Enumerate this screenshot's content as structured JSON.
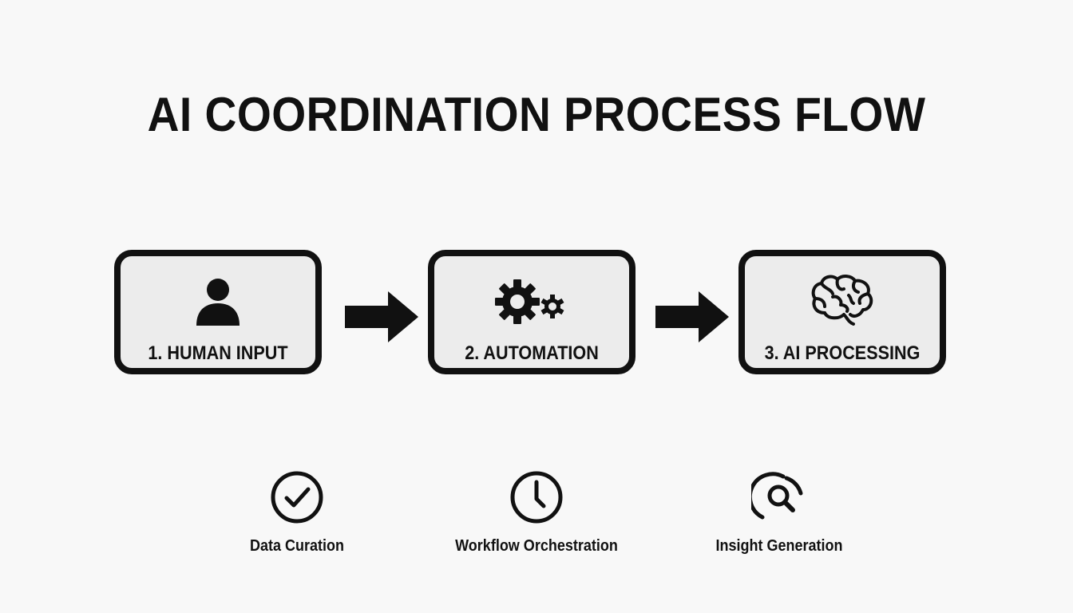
{
  "title": "AI COORDINATION PROCESS FLOW",
  "steps": [
    {
      "label": "1. HUMAN INPUT",
      "icon": "person-icon"
    },
    {
      "label": "2. AUTOMATION",
      "icon": "gears-icon"
    },
    {
      "label": "3. AI PROCESSING",
      "icon": "brain-icon"
    }
  ],
  "features": [
    {
      "label": "Data Curation",
      "icon": "check-circle-icon"
    },
    {
      "label": "Workflow Orchestration",
      "icon": "clock-icon"
    },
    {
      "label": "Insight Generation",
      "icon": "search-insight-icon"
    }
  ],
  "colors": {
    "background": "#f8f8f8",
    "box_fill": "#ececec",
    "ink": "#111111"
  }
}
